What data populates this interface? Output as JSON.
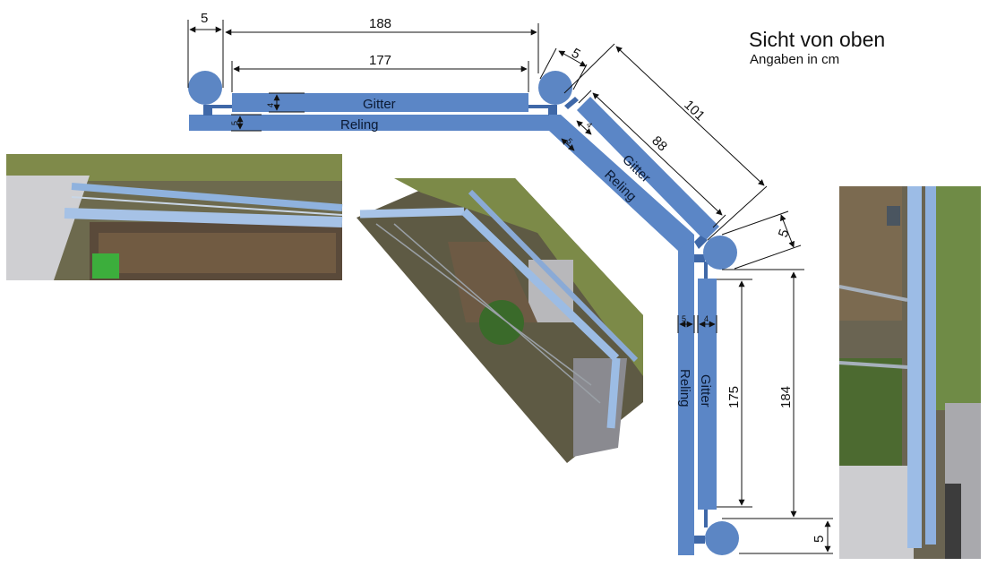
{
  "header": {
    "title": "Sicht von oben",
    "subtitle": "Angaben in cm"
  },
  "labels": {
    "gitter": "Gitter",
    "reling": "Reling"
  },
  "dimensions": {
    "post_top_left": "5",
    "top_outer": "188",
    "top_inner": "177",
    "post_top_right": "5",
    "diag_outer": "101",
    "diag_inner": "88",
    "post_right": "5",
    "right_outer": "184",
    "right_inner": "175",
    "post_bottom": "5",
    "top_gitter_depth": "4",
    "top_reling_depth": "5",
    "diag_gitter_depth": "4",
    "diag_reling_depth": "5",
    "vert_reling_depth": "5",
    "vert_gitter_depth": "4"
  },
  "colors": {
    "bar": "#5b86c6",
    "bar_dark": "#3f68a8",
    "post": "#5c86c4",
    "line": "#111111"
  }
}
